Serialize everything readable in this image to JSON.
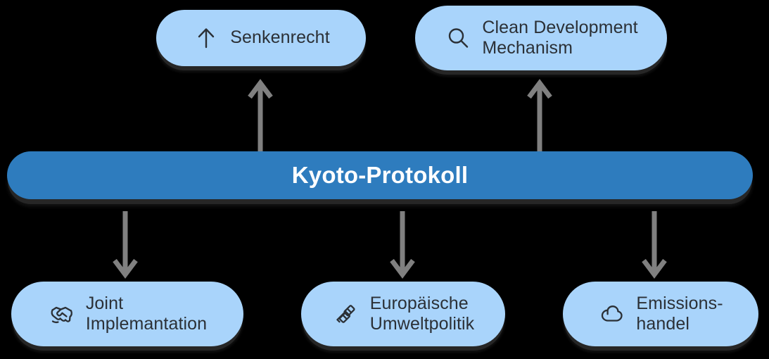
{
  "diagram": {
    "type": "hub-and-spoke concept map",
    "background_color": "#000000",
    "node_color": "#a9d4fb",
    "hub_color": "#2e7cbe",
    "text_color": "#2b3036",
    "hub_text_color": "#ffffff",
    "arrow_color": "#808080",
    "hub": {
      "title": "Kyoto-Protokoll"
    },
    "nodes_top": [
      {
        "id": "senkenrecht",
        "label": "Senkenrecht",
        "icon": "arrow-up-icon",
        "arrow": "up"
      },
      {
        "id": "clean-development-mechanism",
        "label": "Clean Development\nMechanism",
        "icon": "search-icon",
        "arrow": "up"
      }
    ],
    "nodes_bottom": [
      {
        "id": "joint-implemantation",
        "label": "Joint\nImplemantation",
        "icon": "handshake-icon",
        "arrow": "down"
      },
      {
        "id": "europaeische-umweltpolitik",
        "label": "Europäische\nUmweltpolitik",
        "icon": "gavel-icon",
        "arrow": "down"
      },
      {
        "id": "emissionshandel",
        "label": "Emissions-\nhandel",
        "icon": "cloud-icon",
        "arrow": "down"
      }
    ]
  }
}
